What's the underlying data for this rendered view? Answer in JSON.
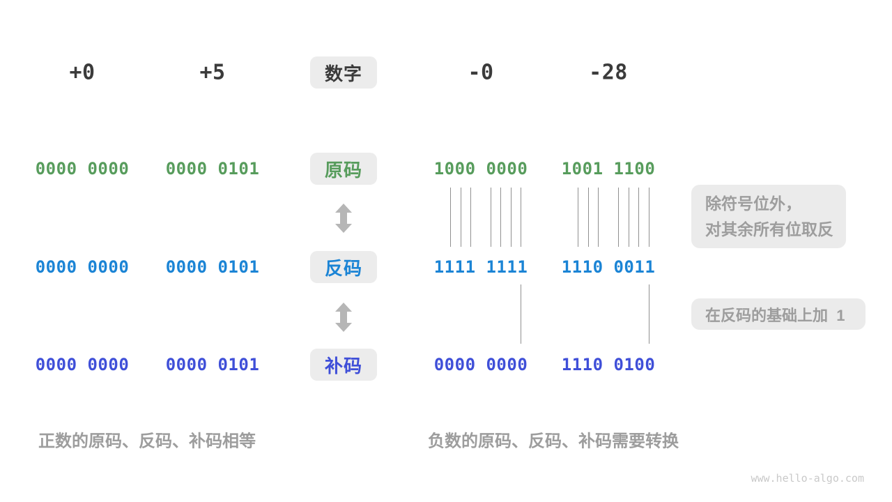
{
  "badges": {
    "number": "数字",
    "sign_magnitude": "原码",
    "ones_complement": "反码",
    "twos_complement": "补码"
  },
  "columns": {
    "positive": [
      {
        "header": "+0",
        "sign_magnitude": "0000 0000",
        "ones_complement": "0000 0000",
        "twos_complement": "0000 0000"
      },
      {
        "header": "+5",
        "sign_magnitude": "0000 0101",
        "ones_complement": "0000 0101",
        "twos_complement": "0000 0101"
      }
    ],
    "negative": [
      {
        "header": "-0",
        "sign_magnitude": "1000 0000",
        "ones_complement": "1111 1111",
        "twos_complement": "0000 0000"
      },
      {
        "header": "-28",
        "sign_magnitude": "1001 1100",
        "ones_complement": "1110 0011",
        "twos_complement": "1110 0100"
      }
    ]
  },
  "annotations": {
    "invert_note": "除符号位外，\n对其余所有位取反",
    "add_one_note": "在反码的基础上加  1"
  },
  "captions": {
    "positive": "正数的原码、反码、补码相等",
    "negative": "负数的原码、反码、补码需要转换"
  },
  "watermark": "www.hello-algo.com",
  "colors": {
    "sign_magnitude": "#579c5c",
    "ones_complement": "#1b84d5",
    "twos_complement": "#3f4fd8",
    "number_text": "#3b3b3b",
    "note_text": "#9d9d9d",
    "badge_background": "#ececec"
  }
}
